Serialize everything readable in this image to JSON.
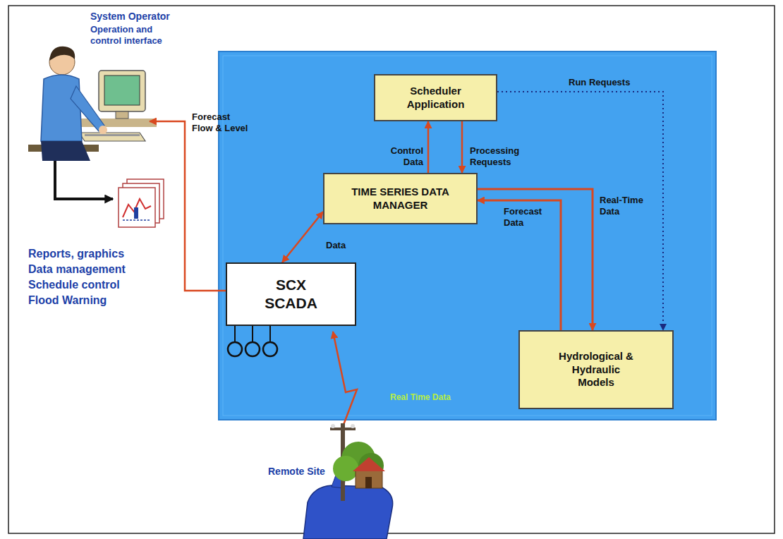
{
  "diagram": {
    "nodes": [
      {
        "text": [
          "Scheduler Application"
        ]
      },
      {
        "text": [
          "TIME SERIES DATA MANAGER"
        ]
      },
      {
        "text": [
          "SCX SCADA"
        ]
      },
      {
        "text": [
          "Hydrological & Hydraulic Models"
        ]
      }
    ],
    "edges": [
      {
        "from": 1,
        "to": 0,
        "label": "Control Data",
        "arrow": "to"
      },
      {
        "from": 0,
        "to": 1,
        "label": "Processing Requests",
        "arrow": "to"
      },
      {
        "from": 0,
        "to": 3,
        "label": "Run Requests",
        "arrow": "to"
      },
      {
        "from": 1,
        "to": 3,
        "label": "Real-Time Data",
        "arrow": "to"
      },
      {
        "from": 3,
        "to": 1,
        "label": "Forecast Data",
        "arrow": "to"
      },
      {
        "from": 2,
        "to": 1,
        "label": "Data",
        "arrow": "both"
      }
    ],
    "labels": [
      "System Operator",
      "Operation and control interface",
      "Forecast Flow & Level",
      "Reports, graphics",
      "Data management",
      "Schedule control",
      "Flood Warning",
      "Real Time Data",
      "Remote Site"
    ]
  }
}
